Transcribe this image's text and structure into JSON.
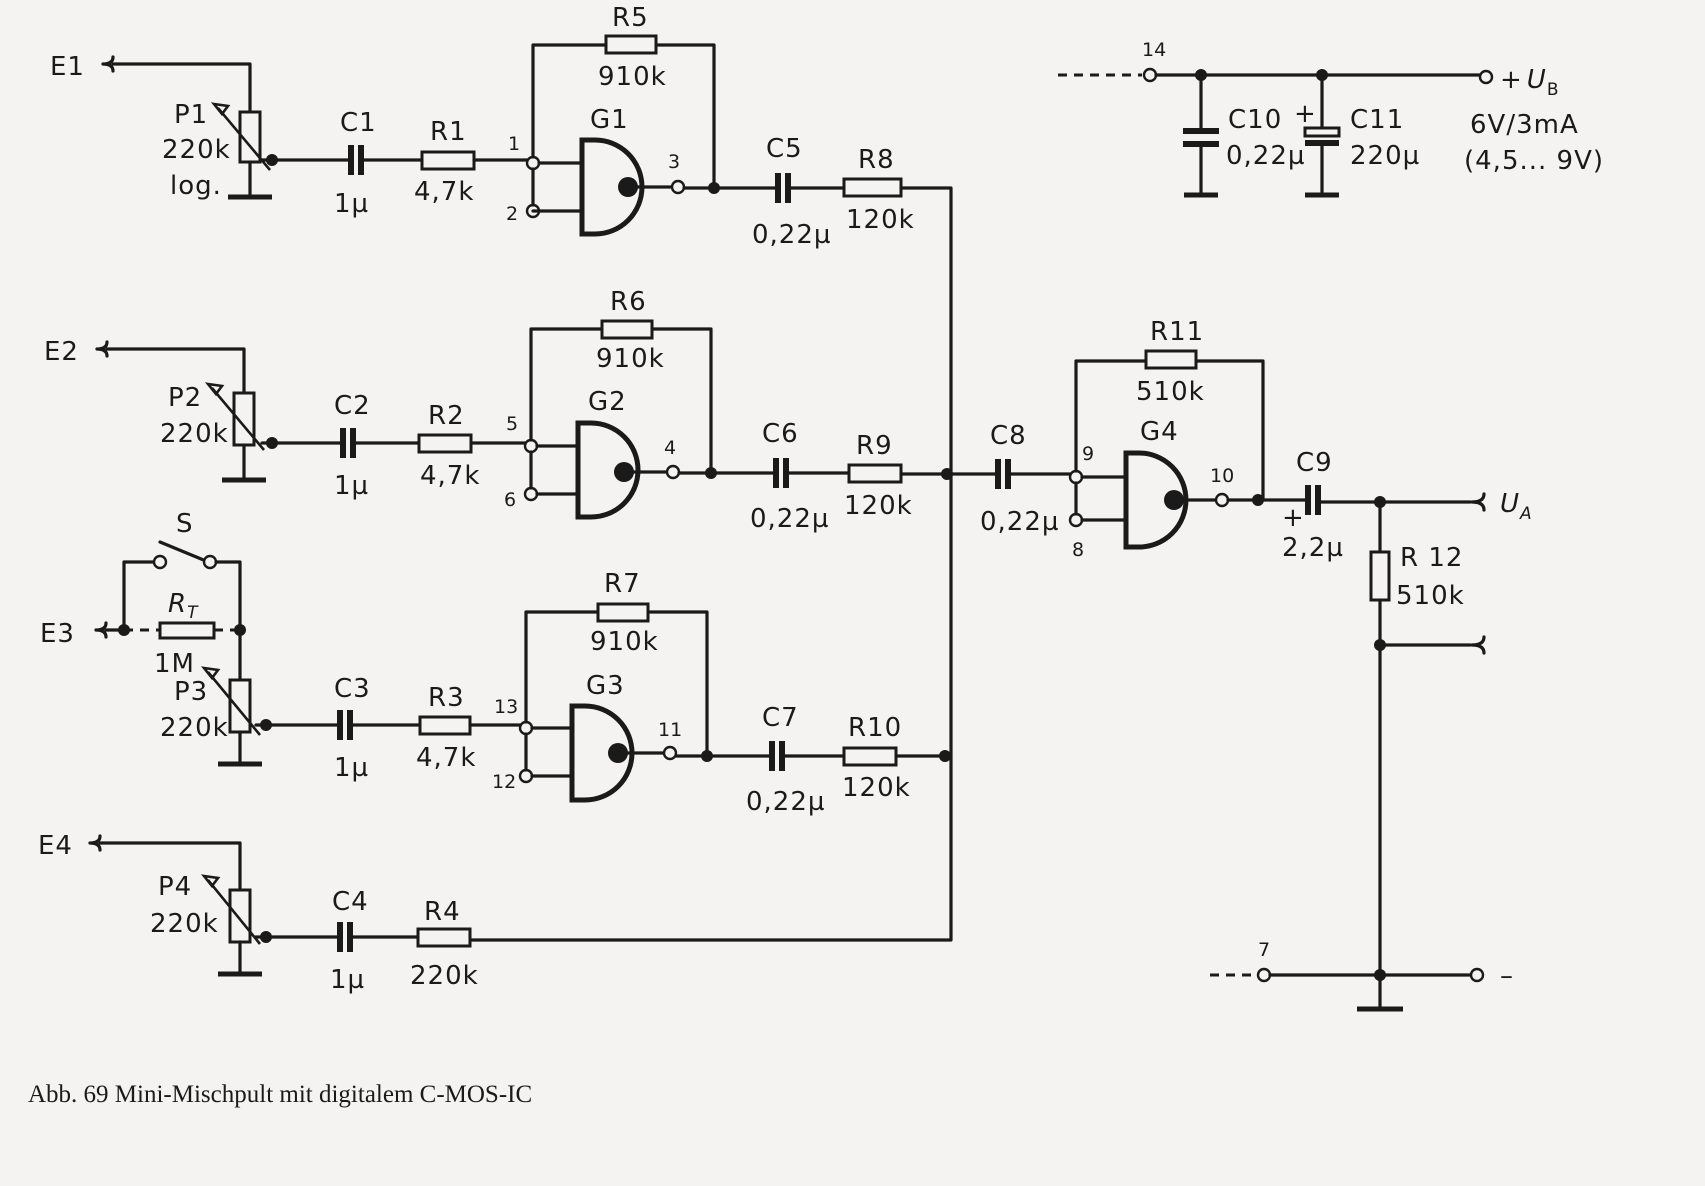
{
  "caption": "Abb. 69 Mini-Mischpult mit digitalem C-MOS-IC",
  "inputs": {
    "e1": "E1",
    "e2": "E2",
    "e3": "E3",
    "e4": "E4"
  },
  "output": {
    "symbol": "U",
    "sub": "A"
  },
  "supply": {
    "symbol": "U",
    "sub": "B",
    "plus": "+",
    "spec": "6V/3mA",
    "range": "(4,5... 9V)",
    "pin_pos": "14",
    "pin_neg": "7",
    "neg_sign": "–"
  },
  "switch": "S",
  "rt": {
    "name": "R",
    "sub": "T",
    "value": "1M"
  },
  "pots": [
    {
      "name": "P1",
      "value": "220k",
      "extra": "log."
    },
    {
      "name": "P2",
      "value": "220k"
    },
    {
      "name": "P3",
      "value": "220k"
    },
    {
      "name": "P4",
      "value": "220k"
    }
  ],
  "capacitors": [
    {
      "name": "C1",
      "value": "1µ"
    },
    {
      "name": "C2",
      "value": "1µ"
    },
    {
      "name": "C3",
      "value": "1µ"
    },
    {
      "name": "C4",
      "value": "1µ"
    },
    {
      "name": "C5",
      "value": "0,22µ"
    },
    {
      "name": "C6",
      "value": "0,22µ"
    },
    {
      "name": "C7",
      "value": "0,22µ"
    },
    {
      "name": "C8",
      "value": "0,22µ"
    },
    {
      "name": "C9",
      "value": "2,2µ",
      "polarity": "+"
    },
    {
      "name": "C10",
      "value": "0,22µ"
    },
    {
      "name": "C11",
      "value": "220µ",
      "polarity": "+"
    }
  ],
  "resistors": [
    {
      "name": "R1",
      "value": "4,7k"
    },
    {
      "name": "R2",
      "value": "4,7k"
    },
    {
      "name": "R3",
      "value": "4,7k"
    },
    {
      "name": "R4",
      "value": "220k"
    },
    {
      "name": "R5",
      "value": "910k"
    },
    {
      "name": "R6",
      "value": "910k"
    },
    {
      "name": "R7",
      "value": "910k"
    },
    {
      "name": "R8",
      "value": "120k"
    },
    {
      "name": "R9",
      "value": "120k"
    },
    {
      "name": "R10",
      "value": "120k"
    },
    {
      "name": "R11",
      "value": "510k"
    },
    {
      "name": "R 12",
      "value": "510k"
    }
  ],
  "gates": [
    {
      "name": "G1",
      "in1": "1",
      "in2": "2",
      "out": "3"
    },
    {
      "name": "G2",
      "in1": "5",
      "in2": "6",
      "out": "4"
    },
    {
      "name": "G3",
      "in1": "13",
      "in2": "12",
      "out": "11"
    },
    {
      "name": "G4",
      "in1": "9",
      "in2": "8",
      "out": "10"
    }
  ],
  "colors": {
    "ink": "#1a1a1a",
    "paper": "#f4f3f1"
  }
}
